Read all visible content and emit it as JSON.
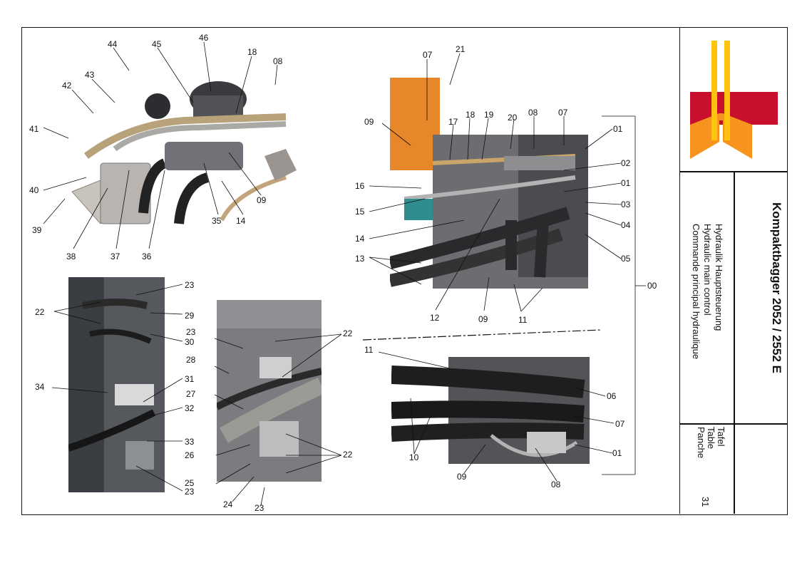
{
  "title": {
    "model": "Kompaktbagger 2052 / 2552 E",
    "subtitle_de": "Hydraulik Hauptsteuerung",
    "subtitle_en": "Hydraulic main control",
    "subtitle_fr": "Commande principal hydraulique"
  },
  "table_block": {
    "label_de": "Tafel",
    "label_en": "Table",
    "label_fr": "Panche",
    "number": "31"
  },
  "colors": {
    "logo_red": "#c8102e",
    "logo_orange": "#f7941d",
    "logo_yellow": "#ffc20e"
  },
  "callouts": {
    "tl": [
      "44",
      "45",
      "46",
      "18",
      "08",
      "43",
      "42",
      "41",
      "09",
      "40",
      "39",
      "35",
      "14",
      "38",
      "37",
      "36"
    ],
    "tr": [
      "07",
      "21",
      "09",
      "17",
      "18",
      "19",
      "20",
      "08",
      "07",
      "01",
      "02",
      "01",
      "16",
      "15",
      "03",
      "04",
      "14",
      "05",
      "13",
      "00",
      "12",
      "09",
      "11"
    ],
    "bl": [
      "23",
      "22",
      "29",
      "30",
      "31",
      "34",
      "32",
      "33",
      "23"
    ],
    "bm": [
      "23",
      "22",
      "28",
      "27",
      "22",
      "26",
      "25",
      "24",
      "23"
    ],
    "br": [
      "11",
      "06",
      "07",
      "01",
      "10",
      "09",
      "08"
    ]
  }
}
